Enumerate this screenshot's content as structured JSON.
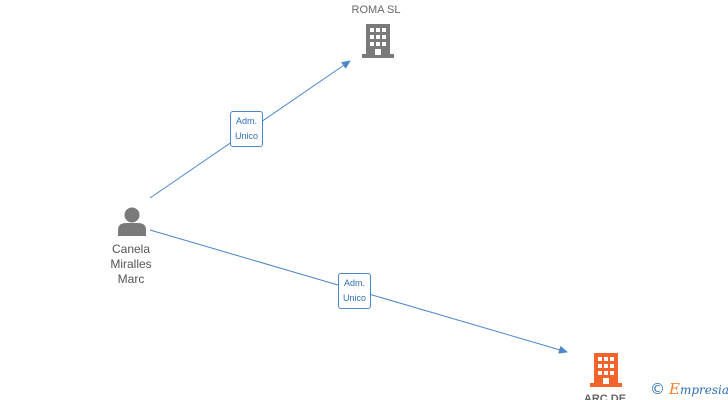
{
  "nodes": {
    "company_top": {
      "name": "ROMA  SL",
      "icon": "building-icon",
      "color": "#7a7a7a"
    },
    "company_bottom": {
      "name": "ARC DE",
      "icon": "building-icon",
      "color": "#f2642c"
    },
    "person": {
      "name": "Canela\nMiralles\nMarc",
      "icon": "person-icon",
      "color": "#7a7a7a"
    }
  },
  "edges": [
    {
      "from": "person",
      "to": "company_top",
      "label": "Adm.\nUnico"
    },
    {
      "from": "person",
      "to": "company_bottom",
      "label": "Adm.\nUnico"
    }
  ],
  "colors": {
    "edge": "#4a86c8",
    "edge_label_text": "#2f6fb5"
  },
  "watermark": {
    "symbol": "©",
    "brand_initial": "E",
    "brand_rest": "mpresia"
  }
}
